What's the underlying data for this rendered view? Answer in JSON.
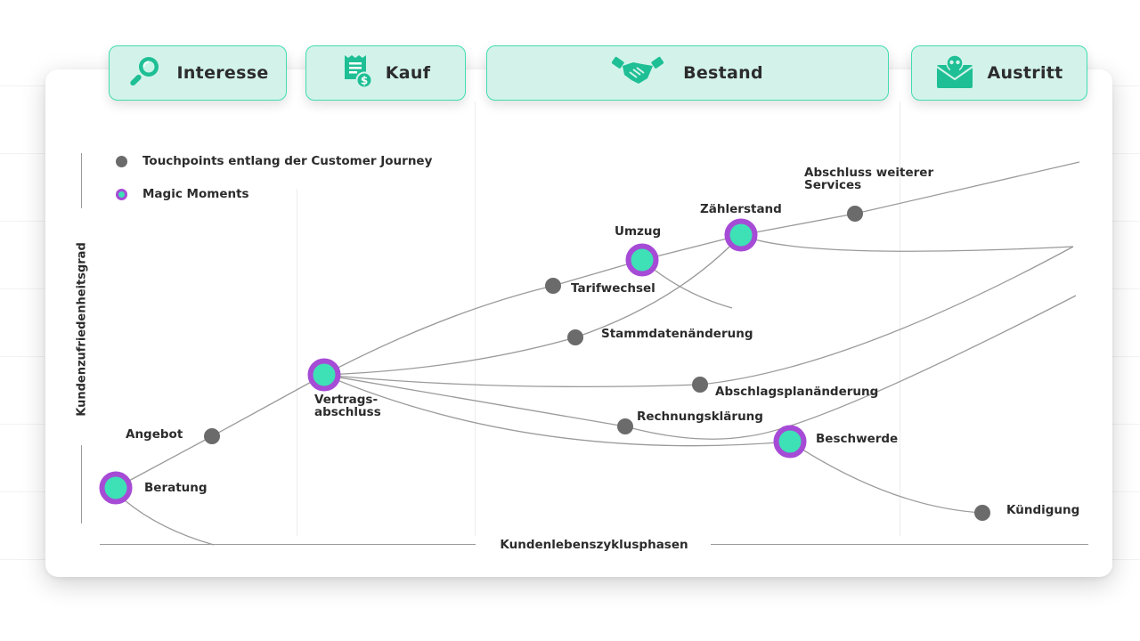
{
  "phases": {
    "interesse": {
      "label": "Interesse",
      "icon": "magnifier-icon"
    },
    "kauf": {
      "label": "Kauf",
      "icon": "receipt-dollar-icon"
    },
    "bestand": {
      "label": "Bestand",
      "icon": "handshake-icon"
    },
    "austritt": {
      "label": "Austritt",
      "icon": "skull-envelope-icon"
    }
  },
  "legend": {
    "touchpoints": "Touchpoints entlang der Customer Journey",
    "magic_moments": "Magic Moments"
  },
  "axes": {
    "y_label": "Kundenzufriedenheitsgrad",
    "x_label": "Kundenlebenszyklusphasen"
  },
  "colors": {
    "phase_fill": "#d3f3ea",
    "phase_border": "#43dcb1",
    "touchpoint": "#6b6b6b",
    "magic_ring": "#a64bd6",
    "magic_core": "#3ee0b6",
    "curve": "#9a9a9a"
  },
  "touchpoints": {
    "beratung": {
      "label": "Beratung",
      "type": "magic"
    },
    "angebot": {
      "label": "Angebot",
      "type": "touchpoint"
    },
    "vertragsabschluss": {
      "label": "Vertrags-\nabschluss",
      "type": "magic"
    },
    "tarifwechsel": {
      "label": "Tarifwechsel",
      "type": "touchpoint"
    },
    "umzug": {
      "label": "Umzug",
      "type": "magic"
    },
    "zaehlerstand": {
      "label": "Zählerstand",
      "type": "magic"
    },
    "weitere_services": {
      "label": "Abschluss weiterer\nServices",
      "type": "touchpoint"
    },
    "stammdaten": {
      "label": "Stammdatenänderung",
      "type": "touchpoint"
    },
    "abschlagsplan": {
      "label": "Abschlagsplanänderung",
      "type": "touchpoint"
    },
    "rechnung": {
      "label": "Rechnungsklärung",
      "type": "touchpoint"
    },
    "beschwerde": {
      "label": "Beschwerde",
      "type": "magic"
    },
    "kuendigung": {
      "label": "Kündigung",
      "type": "touchpoint"
    }
  }
}
